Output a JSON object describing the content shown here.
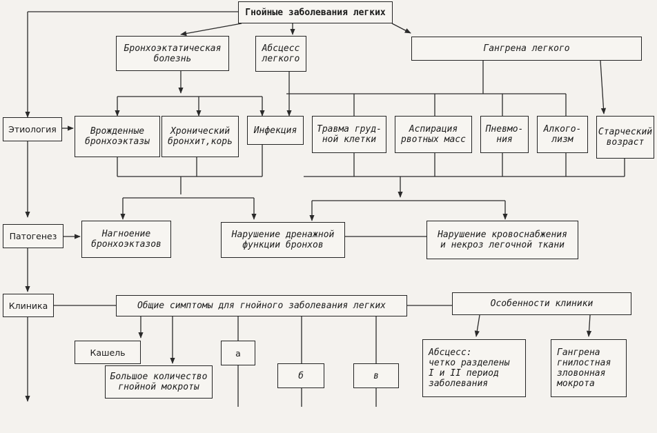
{
  "title": "Гнойные заболевания легких",
  "top": {
    "bronch": "Бронхоэктатическая\nболезнь",
    "abscess": "Абсцесс\nлегкого",
    "gangrene": "Гангрена легкого"
  },
  "stages": {
    "etiology": "Этиология",
    "pathogenesis": "Патогенез",
    "clinic": "Клиника"
  },
  "etiology_causes": {
    "congenital": "Врожденные\nбронхоэктазы",
    "chronic": "Хронический\nбронхит,корь",
    "infection": "Инфекция",
    "trauma": "Травма груд-\nной клетки",
    "aspiration": "Аспирация\nрвотных масс",
    "pneumonia": "Пневмо-\nния",
    "alcoholism": "Алкого-\nлизм",
    "old_age": "Старческий\nвозраст"
  },
  "pathogenesis_items": {
    "suppuration": "Нагноение\nбронхоэктазов",
    "drainage": "Нарушение дренажной\nфункции бронхов",
    "blood": "Нарушение кровоснабжения\nи некроз легочной ткани"
  },
  "clinic_items": {
    "common": "Общие симптомы для  гнойного заболевания легких",
    "features": "Особенности клиники",
    "cough": "Кашель",
    "sputum": "Большое количество\nгнойной мокроты",
    "a": "а",
    "b": "б",
    "v": "в",
    "abscess_feat": "Абсцесс:\nчетко разделены\nI и II период\nзаболевания",
    "gangrene_feat": "Гангрена\nгнилостная\nзловонная\nмокрота"
  }
}
